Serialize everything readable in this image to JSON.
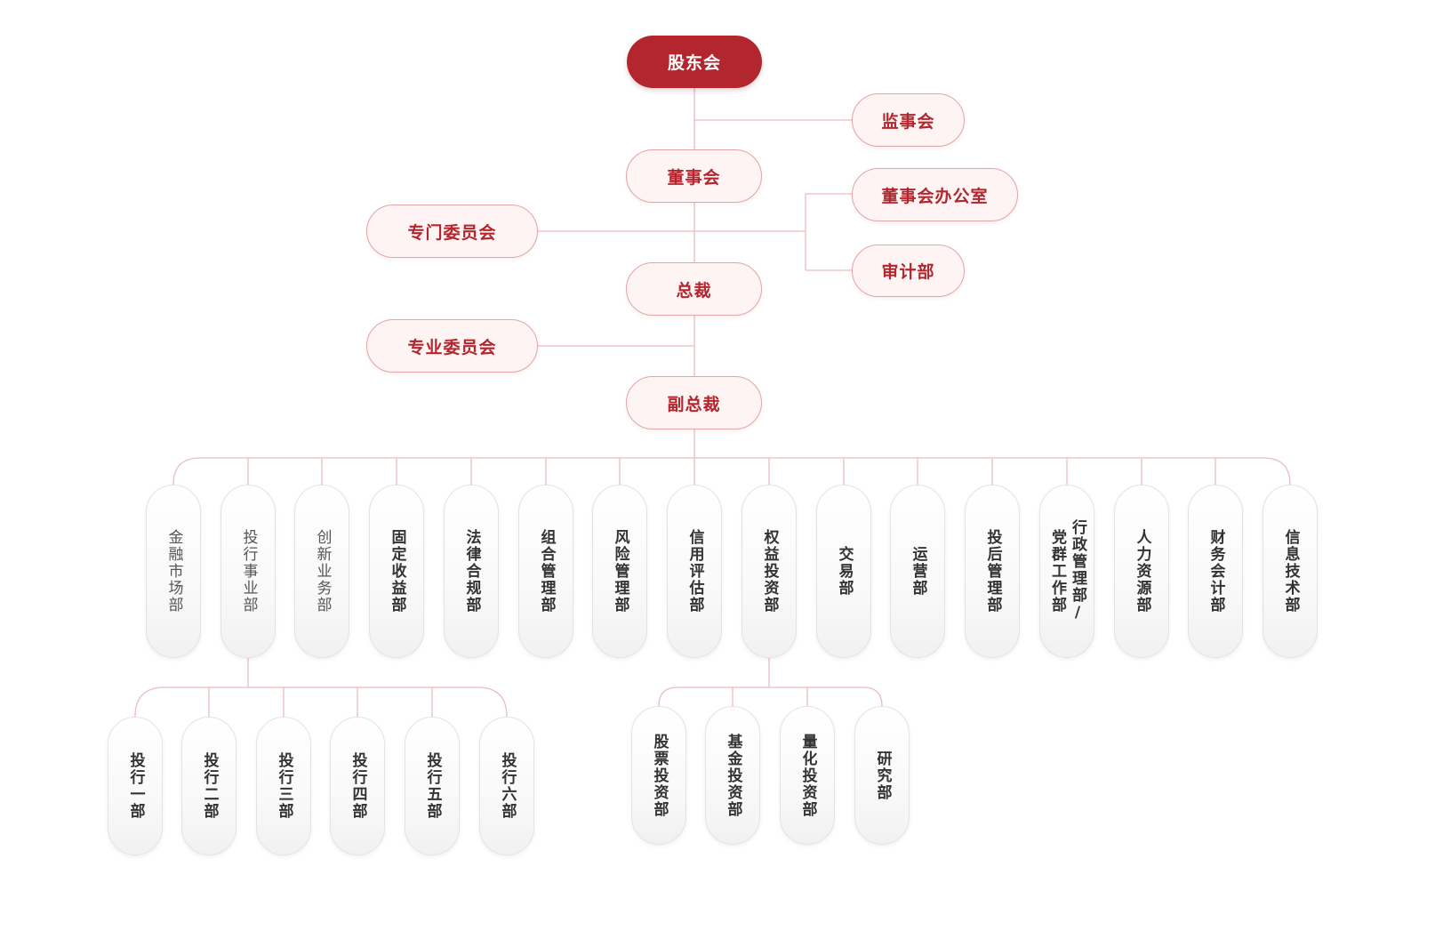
{
  "colors": {
    "brand_red": "#b3262d",
    "light_pill_bg": "#fff4f4",
    "light_pill_border": "#e3a4a7",
    "connector": "#ebbdbf",
    "dept_pill_border": "#e3e3e3",
    "dept_text": "#333333"
  },
  "nodes": {
    "shareholders_meeting": "股东会",
    "board_of_supervisors": "监事会",
    "board_of_directors": "董事会",
    "board_office": "董事会办公室",
    "audit_department": "审计部",
    "special_committees": "专门委员会",
    "president": "总裁",
    "professional_committees": "专业委员会",
    "vice_president": "副总裁"
  },
  "departments": [
    "金融市场部",
    "投行事业部",
    "创新业务部",
    "固定收益部",
    "法律合规部",
    "组合管理部",
    "风险管理部",
    "信用评估部",
    "权益投资部",
    "交易部",
    "运营部",
    "投后管理部",
    "行政管理部/\n党群工作部",
    "人力资源部",
    "财务会计部",
    "信息技术部"
  ],
  "investment_banking_subdepartments": [
    "投行一部",
    "投行二部",
    "投行三部",
    "投行四部",
    "投行五部",
    "投行六部"
  ],
  "equity_investment_subdepartments": [
    "股票投资部",
    "基金投资部",
    "量化投资部",
    "研究部"
  ]
}
